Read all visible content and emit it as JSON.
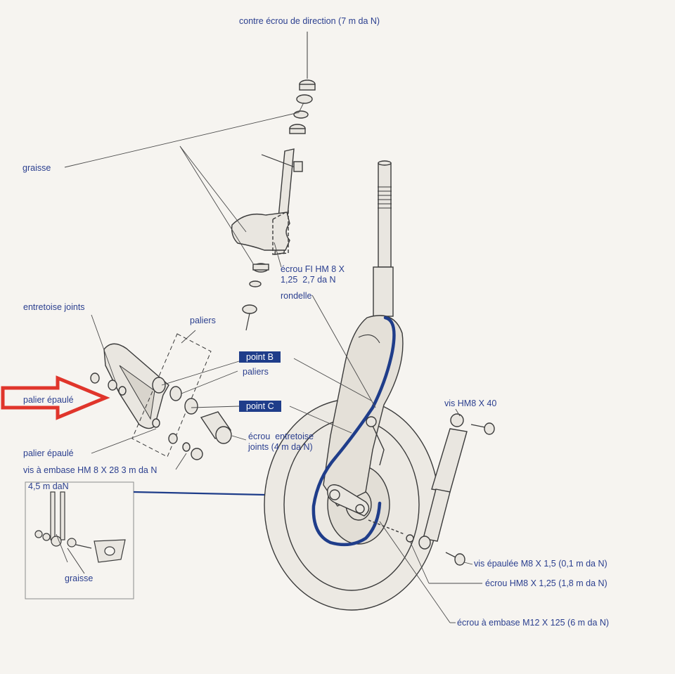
{
  "labels": {
    "contre_ecrou": "contre écrou de direction  (7 m da N)",
    "graisse_top": "graisse",
    "ecrou_fi": "écrou FI HM 8 X\n1,25  2,7 da N",
    "rondelle": "rondelle",
    "entretoise_joints": "entretoise joints",
    "paliers_top": "paliers",
    "point_b": "point B",
    "paliers_mid": "paliers",
    "palier_epaule_left": "palier épaulé",
    "point_c": "point C",
    "ecrou_entretoise": "écrou  entretoise\njoints (4 m da N)",
    "palier_epaule_bottom": "palier épaulé",
    "vis_embase": "vis à embase HM  8  X  28  3 m da N",
    "inset_torque": "4,5 m daN",
    "graisse_inset": "graisse",
    "vis_hm8": "vis HM8 X 40",
    "vis_epaulee": "vis épaulée M8 X 1,5  (0,1 m da N)",
    "ecrou_hm8": "écrou HM8  X  1,25  (1,8 m da N)",
    "ecrou_embase": "écrou à embase M12 X 125 (6 m da N)"
  },
  "colors": {
    "line_art": "#3a3a3a",
    "label_text": "#2b3f8f",
    "highlight_path": "#1f3d8a",
    "arrow": "#e0352b",
    "tag_background": "#1f3d8a"
  },
  "icons": {
    "pointer": "red-outline-arrow-right"
  }
}
